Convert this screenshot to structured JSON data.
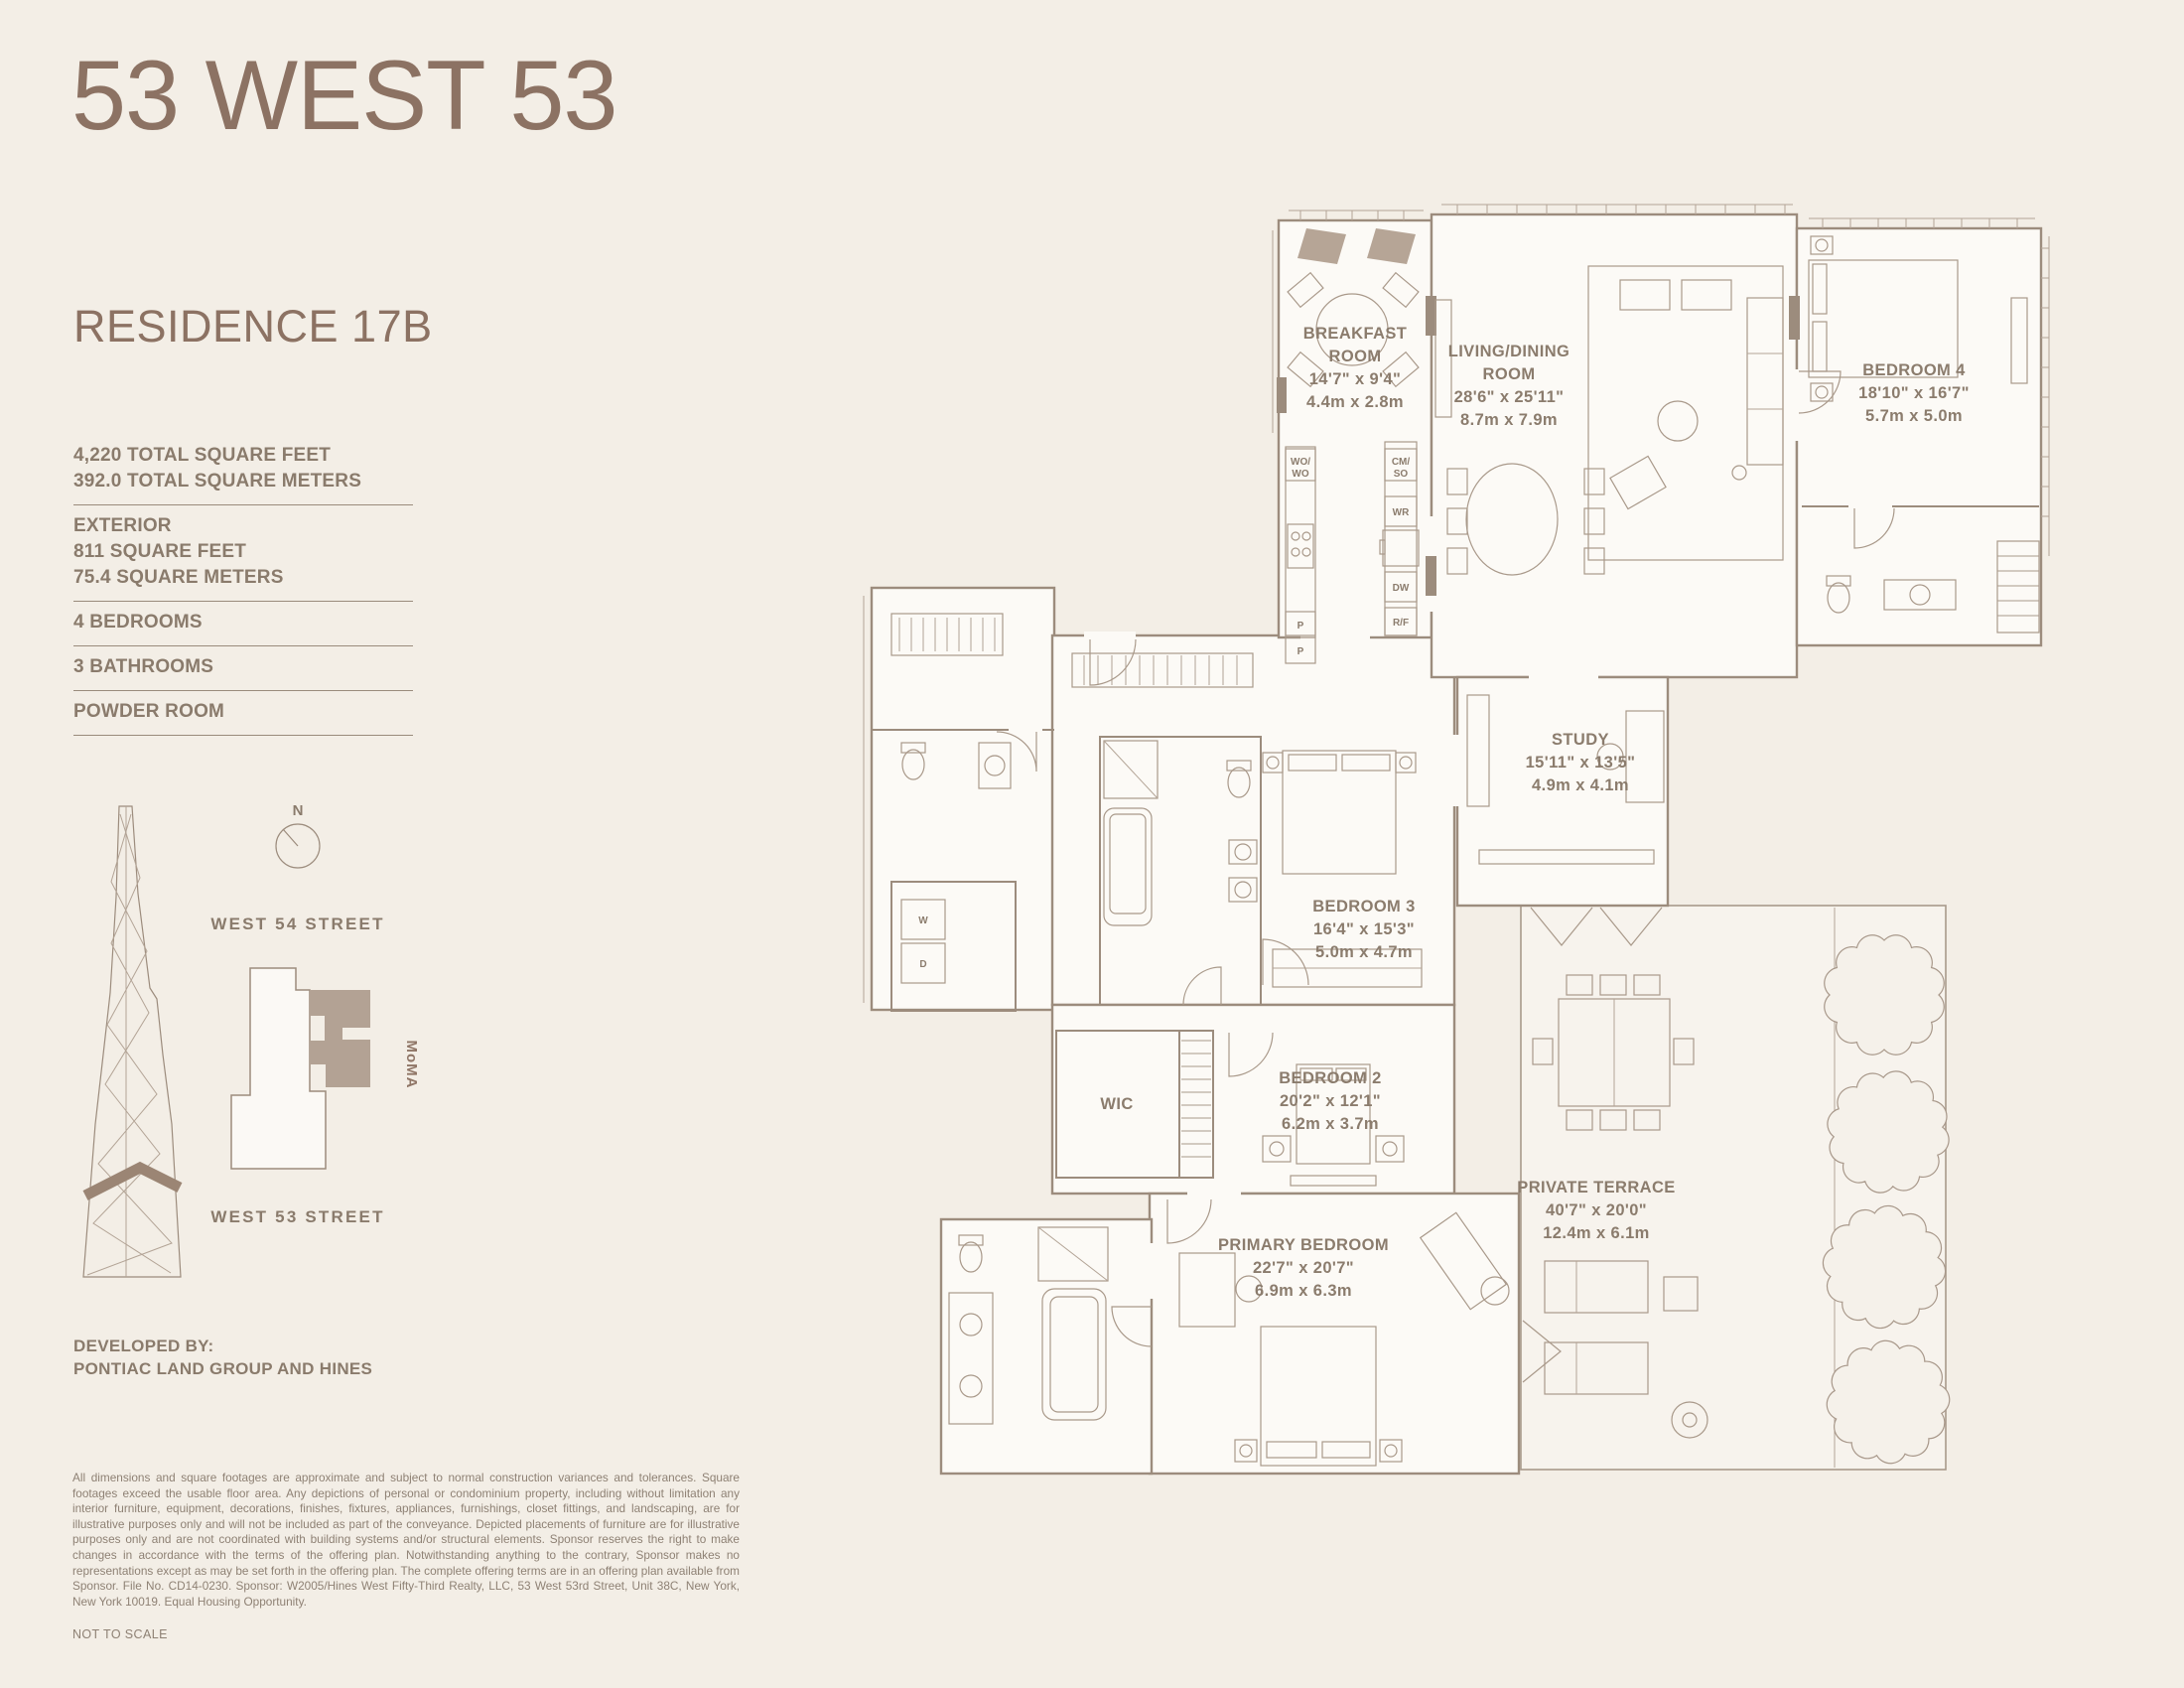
{
  "header": {
    "building": "53 WEST 53",
    "residence": "RESIDENCE 17B"
  },
  "stats": {
    "groups": [
      {
        "lines": [
          "4,220 TOTAL SQUARE FEET",
          "392.0 TOTAL SQUARE METERS"
        ]
      },
      {
        "lines": [
          "EXTERIOR",
          "811 SQUARE FEET",
          "75.4 SQUARE METERS"
        ]
      },
      {
        "lines": [
          "4 BEDROOMS"
        ]
      },
      {
        "lines": [
          "3 BATHROOMS"
        ]
      },
      {
        "lines": [
          "POWDER ROOM"
        ]
      }
    ]
  },
  "developer": {
    "label": "DEVELOPED BY:",
    "name": "PONTIAC LAND GROUP AND HINES"
  },
  "legal": {
    "disclaimer": "All dimensions and square footages are approximate and subject to normal construction variances and tolerances. Square footages exceed the usable floor area. Any depictions of personal or condominium property, including without limitation any interior furniture, equipment, decorations, finishes, fixtures, appliances, furnishings, closet fittings, and landscaping, are for illustrative purposes only and will not be included as part of the conveyance. Depicted placements of furniture are for illustrative purposes only and are not coordinated with building systems and/or structural elements. Sponsor reserves the right to make changes in accordance with the terms of the offering plan. Notwithstanding anything to the contrary, Sponsor makes no representations except as may be set forth in the offering plan. The complete offering terms are in an offering plan available from Sponsor. File No. CD14-0230. Sponsor: W2005/Hines West Fifty-Third Realty, LLC, 53 West 53rd Street, Unit 38C, New York, New York 10019. Equal Housing Opportunity.",
    "scale_note": "NOT TO SCALE"
  },
  "keyplan": {
    "north": "N",
    "street_top": "WEST 54 STREET",
    "street_bottom": "WEST 53 STREET",
    "moma": "MoMA"
  },
  "rooms": {
    "breakfast": {
      "name1": "BREAKFAST",
      "name2": "ROOM",
      "ft": "14'7\" x 9'4\"",
      "m": "4.4m x 2.8m"
    },
    "living": {
      "name1": "LIVING/DINING",
      "name2": "ROOM",
      "ft": "28'6\" x 25'11\"",
      "m": "8.7m x 7.9m"
    },
    "bedroom4": {
      "name1": "BEDROOM 4",
      "ft": "18'10\" x 16'7\"",
      "m": "5.7m x 5.0m"
    },
    "study": {
      "name1": "STUDY",
      "ft": "15'11\" x 13'5\"",
      "m": "4.9m x 4.1m"
    },
    "bedroom3": {
      "name1": "BEDROOM 3",
      "ft": "16'4\" x 15'3\"",
      "m": "5.0m x 4.7m"
    },
    "bedroom2": {
      "name1": "BEDROOM 2",
      "ft": "20'2\" x 12'1\"",
      "m": "6.2m x 3.7m"
    },
    "wic": {
      "name1": "WIC"
    },
    "primary": {
      "name1": "PRIMARY BEDROOM",
      "ft": "22'7\" x 20'7\"",
      "m": "6.9m x 6.3m"
    },
    "terrace": {
      "name1": "PRIVATE TERRACE",
      "ft": "40'7\" x 20'0\"",
      "m": "12.4m x 6.1m"
    }
  },
  "appliances": {
    "wall_oven_top": "WO/",
    "wall_oven_bottom": "WO",
    "coffee_top": "CM/",
    "coffee_bottom": "SO",
    "wine": "WR",
    "dishwasher": "DW",
    "pantry_a": "P",
    "pantry_b": "P",
    "fridge": "R/F",
    "washer": "W",
    "dryer": "D"
  },
  "colors": {
    "background": "#f3eee6",
    "accent_brown": "#8c7263",
    "plan_line": "#9c8c7d",
    "plan_text": "#8b7c6d",
    "keyplan_fill": "#b3a294"
  }
}
